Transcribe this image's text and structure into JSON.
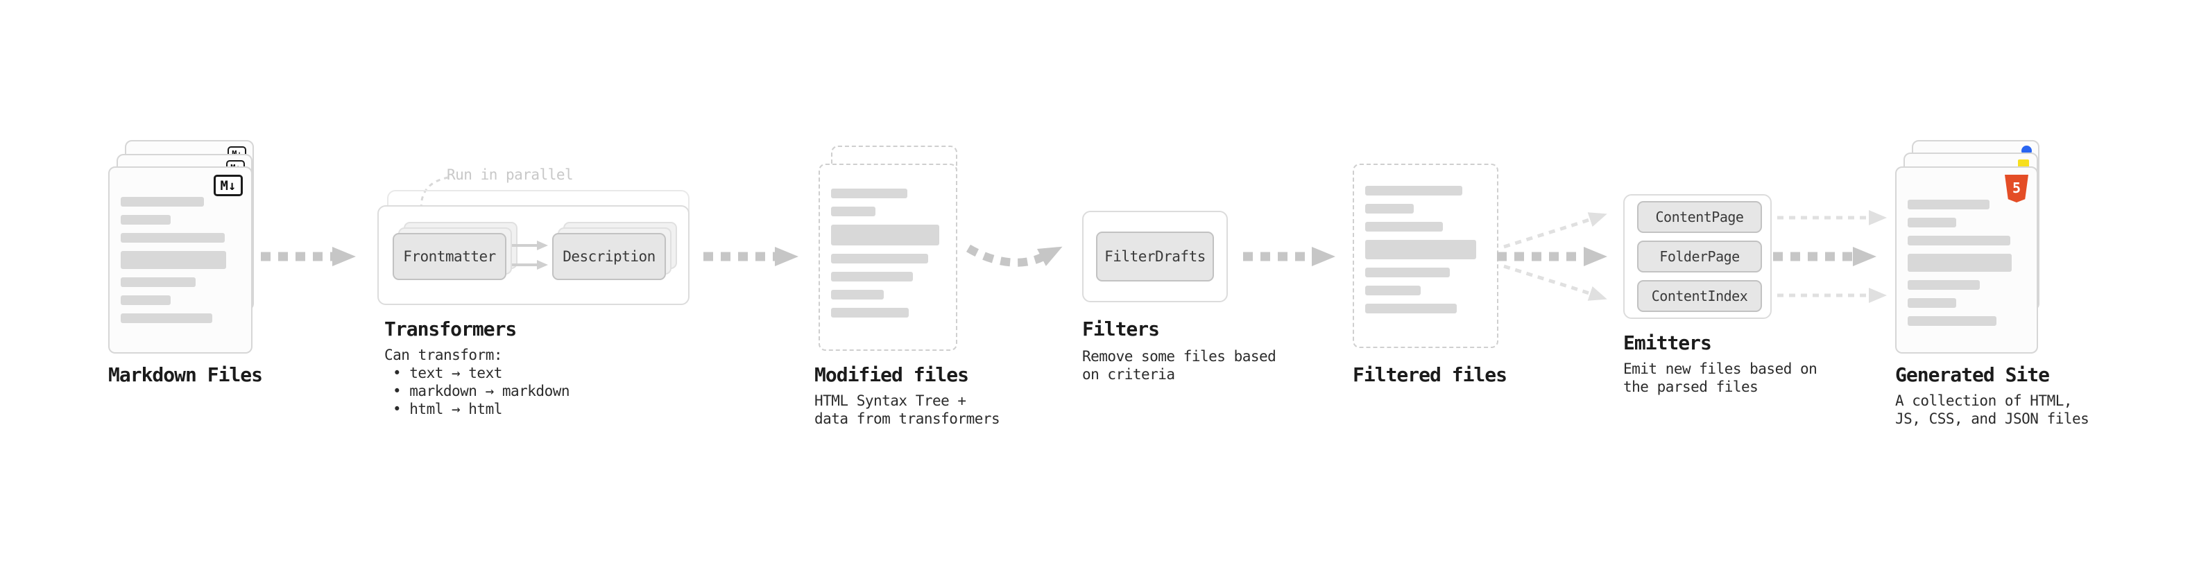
{
  "stages": {
    "markdown_files": {
      "label": "Markdown Files",
      "badge": "M↓"
    },
    "transformers": {
      "label": "Transformers",
      "callout": "Run in parallel",
      "nodes": {
        "frontmatter": "Frontmatter",
        "description": "Description"
      },
      "desc_title": "Can transform:",
      "bullets": [
        "• text → text",
        "• markdown → markdown",
        "• html → html"
      ]
    },
    "modified_files": {
      "label": "Modified files",
      "desc_line1": "HTML Syntax Tree +",
      "desc_line2": "data from transformers"
    },
    "filters": {
      "label": "Filters",
      "nodes": {
        "filter_drafts": "FilterDrafts"
      },
      "desc_line1": "Remove some files based",
      "desc_line2": "on criteria"
    },
    "filtered_files": {
      "label": "Filtered files"
    },
    "emitters": {
      "label": "Emitters",
      "nodes": {
        "content_page": "ContentPage",
        "folder_page": "FolderPage",
        "content_index": "ContentIndex"
      },
      "desc_line1": "Emit new files based on",
      "desc_line2": "the parsed files"
    },
    "generated_site": {
      "label": "Generated Site",
      "badge": "5",
      "desc_line1": "A collection of HTML,",
      "desc_line2": "JS, CSS, and JSON files"
    }
  },
  "colors": {
    "arrow": "#c6c6c6",
    "arrow_light": "#e0e0e0",
    "card_border": "#d6d6d6",
    "skeleton": "#d8d8d8",
    "html5_orange": "#e44d26",
    "js_yellow": "#f7df1e",
    "css_blue": "#2965f1"
  }
}
